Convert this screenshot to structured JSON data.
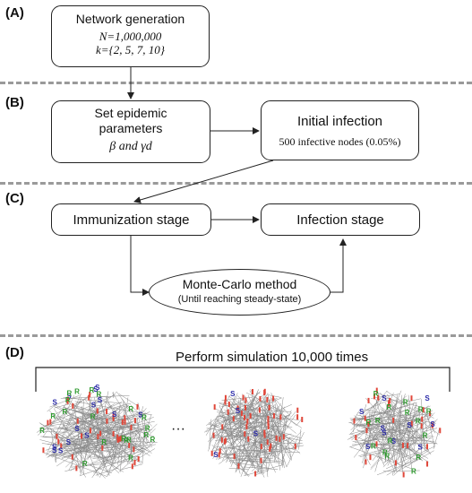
{
  "panels": {
    "a": "(A)",
    "b": "(B)",
    "c": "(C)",
    "d": "(D)"
  },
  "network_generation": {
    "title": "Network generation",
    "n_line": "N=1,000,000",
    "k_line": "k={2, 5, 7, 10}"
  },
  "epidemic_params": {
    "line1": "Set epidemic",
    "line2": "parameters",
    "line3": "β and γd"
  },
  "initial_infection": {
    "title": "Initial infection",
    "detail": "500 infective nodes (0.05%)"
  },
  "immunization": {
    "label": "Immunization stage"
  },
  "infection": {
    "label": "Infection stage"
  },
  "monte_carlo": {
    "title": "Monte-Carlo method",
    "detail": "(Until reaching steady-state)"
  },
  "simulation": {
    "label": "Perform simulation 10,000 times",
    "ellipsis": "···"
  },
  "node_letters": {
    "s": "S",
    "r": "R",
    "i": "I"
  },
  "colors": {
    "susceptible": "#2a2aa8",
    "recovered": "#2e9a2e",
    "infected": "#e0473a",
    "edge": "#8a8a8a",
    "separator": "#9a9a9a"
  }
}
